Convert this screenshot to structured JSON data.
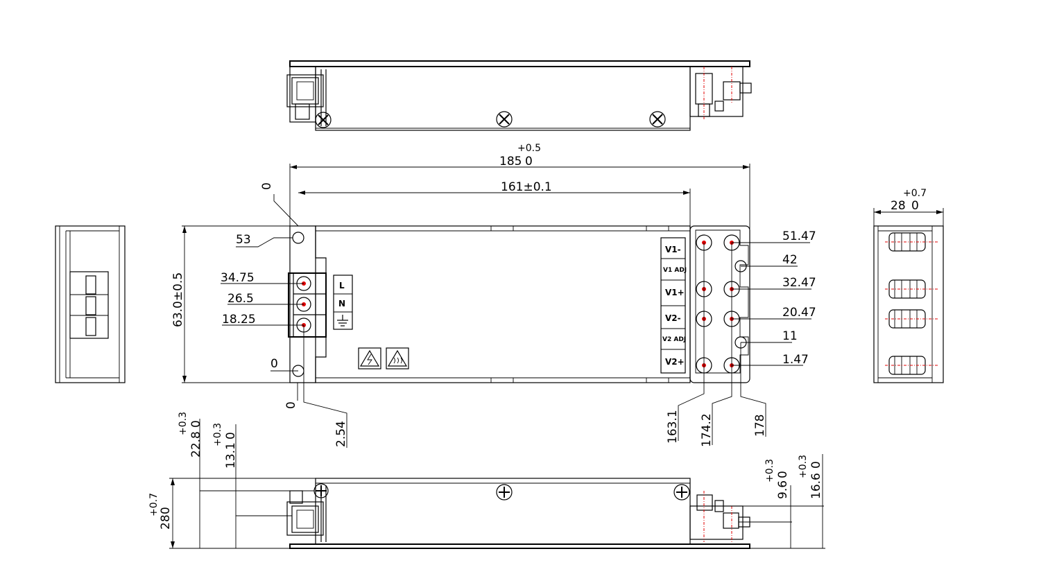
{
  "dimensions": {
    "overall_length": "185",
    "overall_length_tol_upper": "+0.5",
    "overall_length_tol_lower": "0",
    "mount_hole_pitch": "161±0.1",
    "body_width": "63.0±0.5",
    "side_width": "28",
    "side_width_tol_upper": "+0.7",
    "side_width_tol_lower": "0",
    "left_y": {
      "top_zero": "0",
      "hole_53": "53",
      "input_34_75": "34.75",
      "input_26_5": "26.5",
      "input_18_25": "18.25",
      "bottom_zero": "0"
    },
    "left_x": {
      "zero": "0",
      "offset_2_54": "2.54"
    },
    "right_y": {
      "y_51_47": "51.47",
      "y_42": "42",
      "y_32_47": "32.47",
      "y_20_47": "20.47",
      "y_11": "11",
      "y_1_47": "1.47"
    },
    "right_x": {
      "x_163_1": "163.1",
      "x_174_2": "174.2",
      "x_178": "178"
    },
    "bottom_view": {
      "h_22_8": "22.8",
      "h_22_8_tol_upper": "+0.3",
      "h_22_8_tol_lower": "0",
      "h_13_1": "13.1",
      "h_13_1_tol_upper": "+0.3",
      "h_13_1_tol_lower": "0",
      "h_28": "28",
      "h_28_tol_upper": "+0.7",
      "h_28_tol_lower": "0",
      "h_9_6": "9.6",
      "h_9_6_tol_upper": "+0.3",
      "h_9_6_tol_lower": "0",
      "h_16_6": "16.6",
      "h_16_6_tol_upper": "+0.3",
      "h_16_6_tol_lower": "0"
    }
  },
  "input_terminals": {
    "line": "L",
    "neutral": "N"
  },
  "output_labels": {
    "v1_minus": "V1-",
    "v1_adj": "V1 ADJ",
    "v1_plus": "V1+",
    "v2_minus": "V2-",
    "v2_adj": "V2 ADJ",
    "v2_plus": "V2+"
  },
  "colors": {
    "line": "#000000",
    "centerline": "#e00000"
  }
}
